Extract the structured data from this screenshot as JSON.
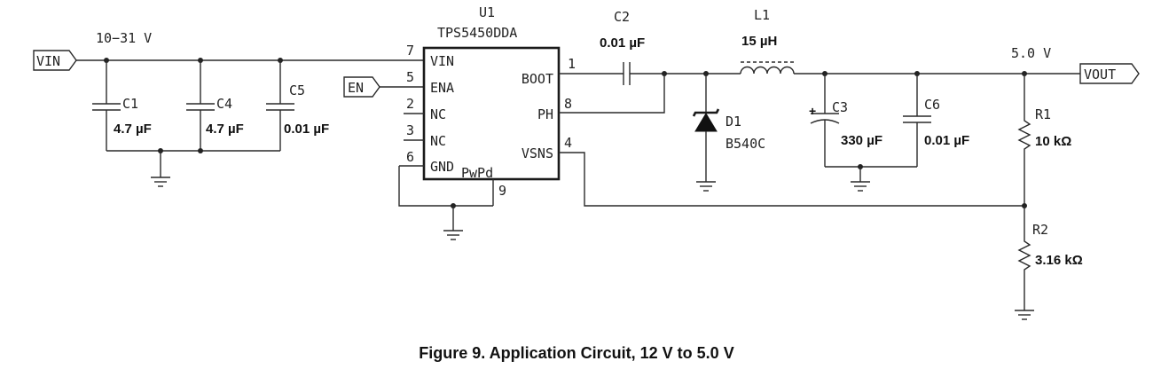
{
  "input_port": "VIN",
  "input_voltage": "10−31 V",
  "enable_port": "EN",
  "output_port": "VOUT",
  "output_voltage": "5.0 V",
  "ic": {
    "ref": "U1",
    "part": "TPS5450DDA",
    "pins": {
      "vin": {
        "name": "VIN",
        "num": "7"
      },
      "ena": {
        "name": "ENA",
        "num": "5"
      },
      "nc1": {
        "name": "NC",
        "num": "2"
      },
      "nc2": {
        "name": "NC",
        "num": "3"
      },
      "gnd": {
        "name": "GND",
        "num": "6"
      },
      "pwpd": {
        "name": "PwPd",
        "num": "9"
      },
      "boot": {
        "name": "BOOT",
        "num": "1"
      },
      "ph": {
        "name": "PH",
        "num": "8"
      },
      "vsns": {
        "name": "VSNS",
        "num": "4"
      }
    }
  },
  "components": {
    "c1": {
      "ref": "C1",
      "value": "4.7 µF"
    },
    "c4": {
      "ref": "C4",
      "value": "4.7 µF"
    },
    "c5": {
      "ref": "C5",
      "value": "0.01 µF"
    },
    "c2": {
      "ref": "C2",
      "value": "0.01 µF"
    },
    "l1": {
      "ref": "L1",
      "value": "15 µH"
    },
    "d1": {
      "ref": "D1",
      "value": "B540C"
    },
    "c3": {
      "ref": "C3",
      "value": "330 µF"
    },
    "c6": {
      "ref": "C6",
      "value": "0.01 µF"
    },
    "r1": {
      "ref": "R1",
      "value": "10 kΩ"
    },
    "r2": {
      "ref": "R2",
      "value": "3.16 kΩ"
    }
  },
  "caption": "Figure 9.  Application Circuit, 12 V to 5.0 V"
}
